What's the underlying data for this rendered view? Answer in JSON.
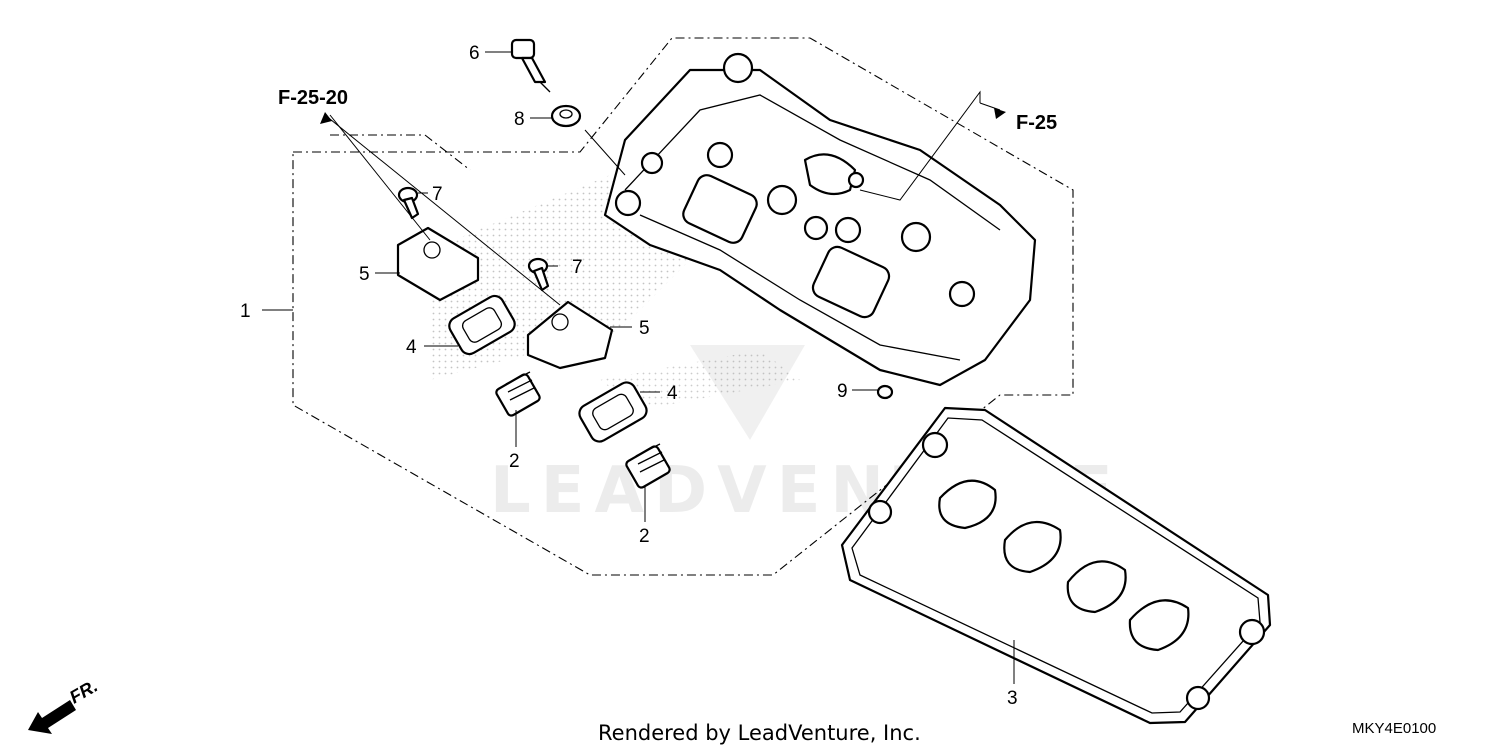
{
  "diagram": {
    "references": {
      "ref_top_left": "F-25-20",
      "ref_top_right": "F-25"
    },
    "callouts": {
      "c1": "1",
      "c2a": "2",
      "c2b": "2",
      "c3": "3",
      "c4a": "4",
      "c4b": "4",
      "c5a": "5",
      "c5b": "5",
      "c6": "6",
      "c7a": "7",
      "c7b": "7",
      "c8": "8",
      "c9": "9"
    },
    "direction_marker": "FR.",
    "watermark": "LEADVENTURE",
    "footer": "Rendered by LeadVenture, Inc.",
    "diagram_code": "MKY4E0100"
  },
  "colors": {
    "ink": "#000000",
    "background": "#ffffff"
  }
}
